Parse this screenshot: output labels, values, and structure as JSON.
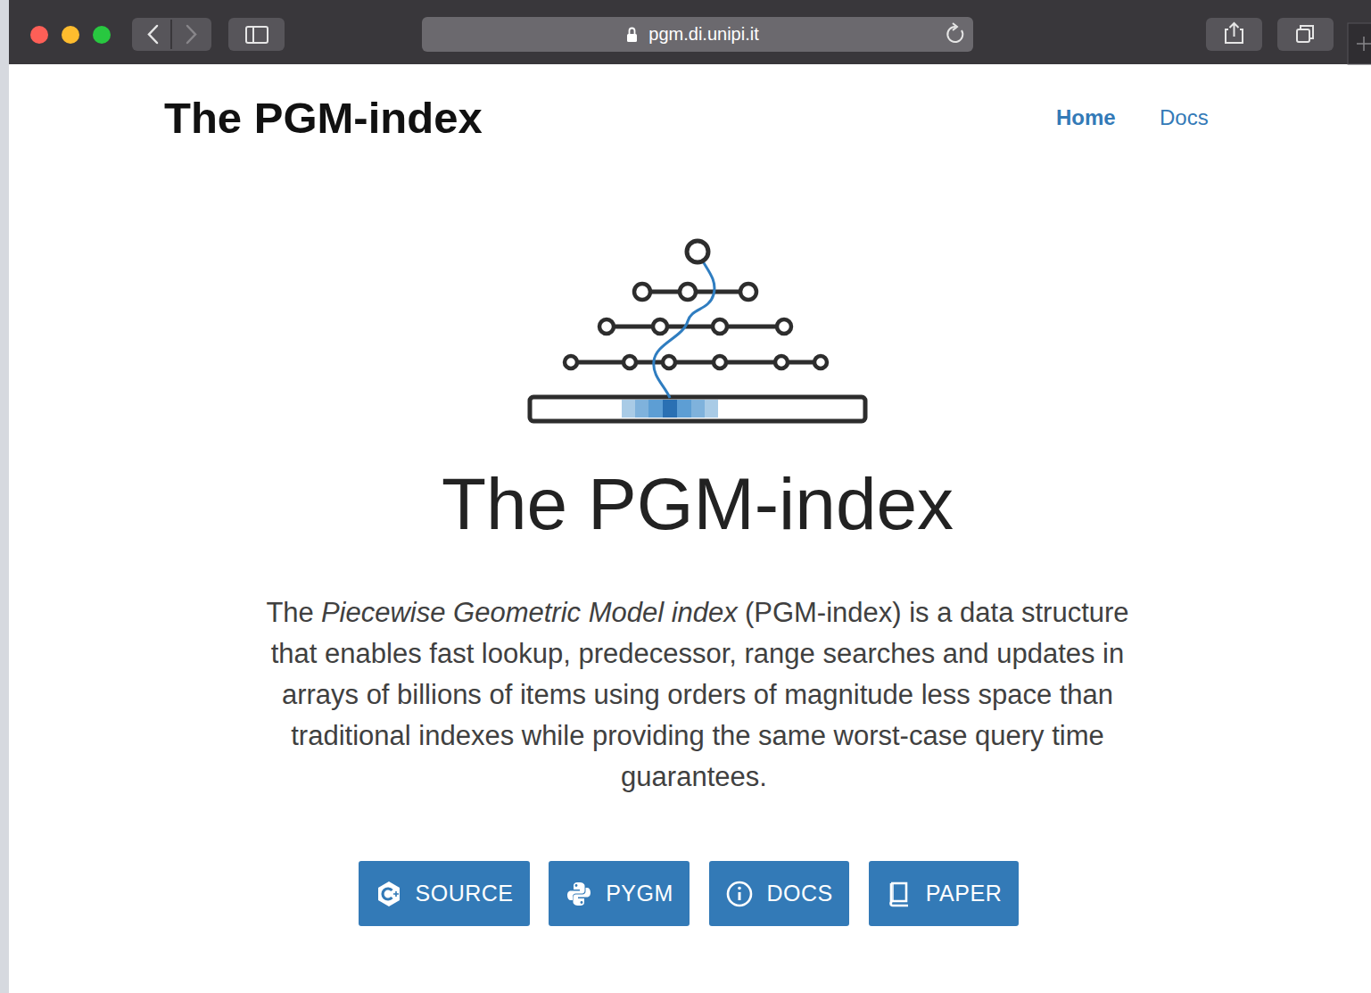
{
  "diagram": {
    "title": "The PGM-index",
    "nodes": [
      {
        "text": [
          "SOURCE"
        ]
      },
      {
        "text": [
          "PYGM"
        ]
      },
      {
        "text": [
          "DOCS"
        ]
      },
      {
        "text": [
          "PAPER"
        ]
      }
    ],
    "labels": [
      "pgm.di.unipi.it",
      "The PGM-index",
      "Home",
      "Docs",
      "The",
      "Piecewise Geometric Model index",
      "(PGM-index) is a data structure that enables fast lookup, predecessor, range searches and updates in arrays of billions of items using orders of magnitude less space than traditional indexes while providing the same worst-case query time guarantees."
    ]
  }
}
